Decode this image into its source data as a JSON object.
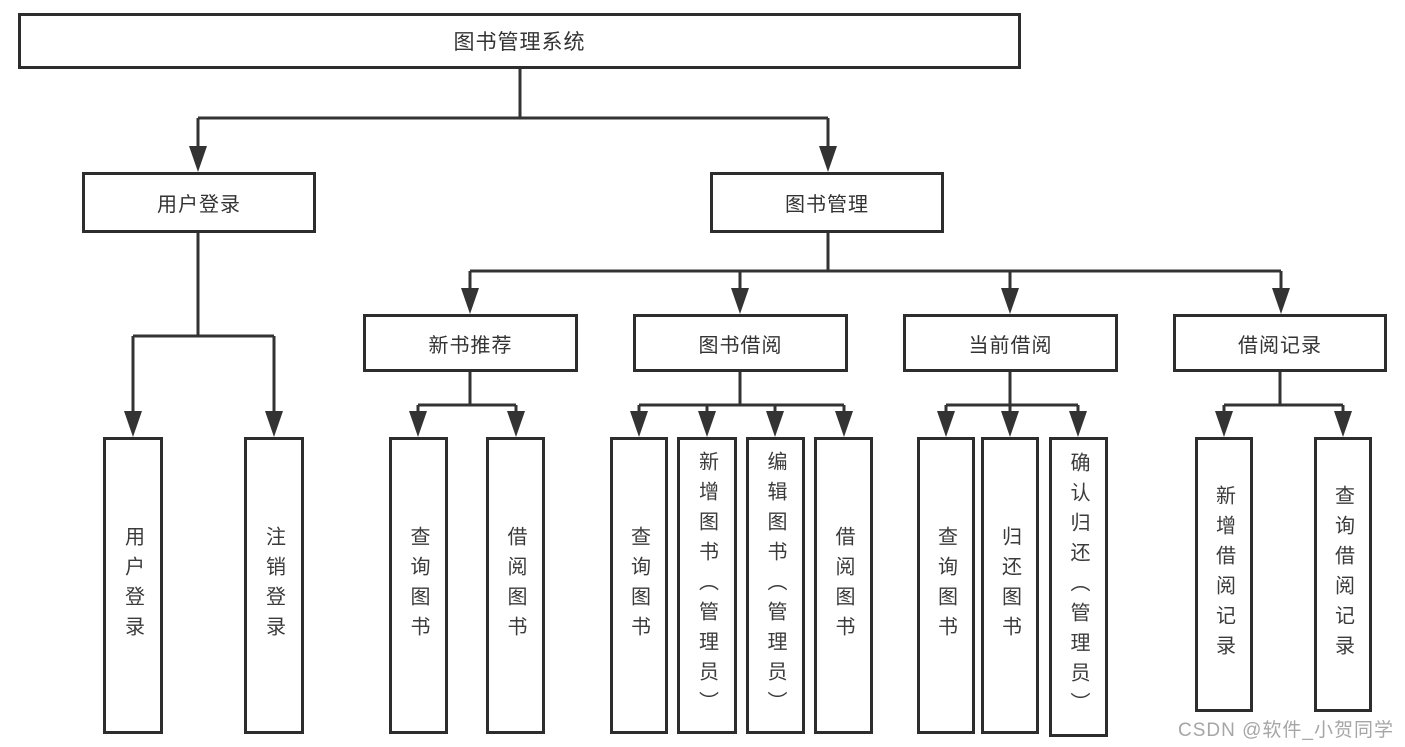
{
  "diagram": {
    "title": "图书管理系统",
    "type": "function-structure-tree",
    "colors": {
      "line": "#333333",
      "box_border": "#2d2d2d",
      "text": "#333333",
      "watermark": "#a6a6a6",
      "background": "#ffffff"
    },
    "tree": {
      "root": {
        "label": "图书管理系统"
      },
      "level2": [
        {
          "label": "用户登录",
          "children": [
            {
              "label": "用户登录"
            },
            {
              "label": "注销登录"
            }
          ]
        },
        {
          "label": "图书管理",
          "children": [
            {
              "label": "新书推荐",
              "children": [
                {
                  "label": "查询图书"
                },
                {
                  "label": "借阅图书"
                }
              ]
            },
            {
              "label": "图书借阅",
              "children": [
                {
                  "label": "查询图书"
                },
                {
                  "label": "新增图书（管理员）"
                },
                {
                  "label": "编辑图书（管理员）"
                },
                {
                  "label": "借阅图书"
                }
              ]
            },
            {
              "label": "当前借阅",
              "children": [
                {
                  "label": "查询图书"
                },
                {
                  "label": "归还图书"
                },
                {
                  "label": "确认归还（管理员）"
                }
              ]
            },
            {
              "label": "借阅记录",
              "children": [
                {
                  "label": "新增借阅记录"
                },
                {
                  "label": "查询借阅记录"
                }
              ]
            }
          ]
        }
      ]
    },
    "watermark": "CSDN @软件_小贺同学"
  }
}
